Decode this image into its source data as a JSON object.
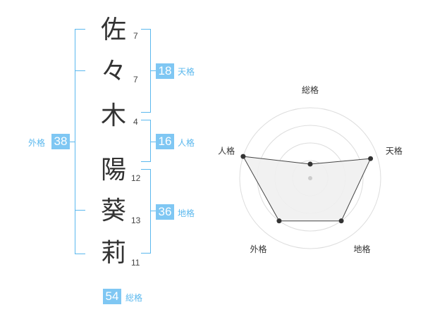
{
  "name": {
    "chars": [
      "佐",
      "々",
      "木",
      "陽",
      "葵",
      "莉"
    ],
    "strokes": [
      "7",
      "7",
      "4",
      "12",
      "13",
      "11"
    ]
  },
  "fortune": {
    "tenkaku": {
      "value": "18",
      "label": "天格"
    },
    "jinkaku": {
      "value": "16",
      "label": "人格"
    },
    "chikaku": {
      "value": "36",
      "label": "地格"
    },
    "gaikaku": {
      "value": "38",
      "label": "外格"
    },
    "soukaku": {
      "value": "54",
      "label": "総格"
    }
  },
  "chart_data": {
    "type": "radar",
    "axes": [
      "総格",
      "天格",
      "地格",
      "外格",
      "人格"
    ],
    "values": [
      0.2,
      0.9,
      0.75,
      0.75,
      1.0
    ],
    "range": [
      0,
      1
    ],
    "rings": 4,
    "colors": {
      "ring": "#dddddd",
      "fill": "#f0f0f0",
      "line": "#444444",
      "point": "#333333",
      "center": "#cccccc"
    }
  }
}
